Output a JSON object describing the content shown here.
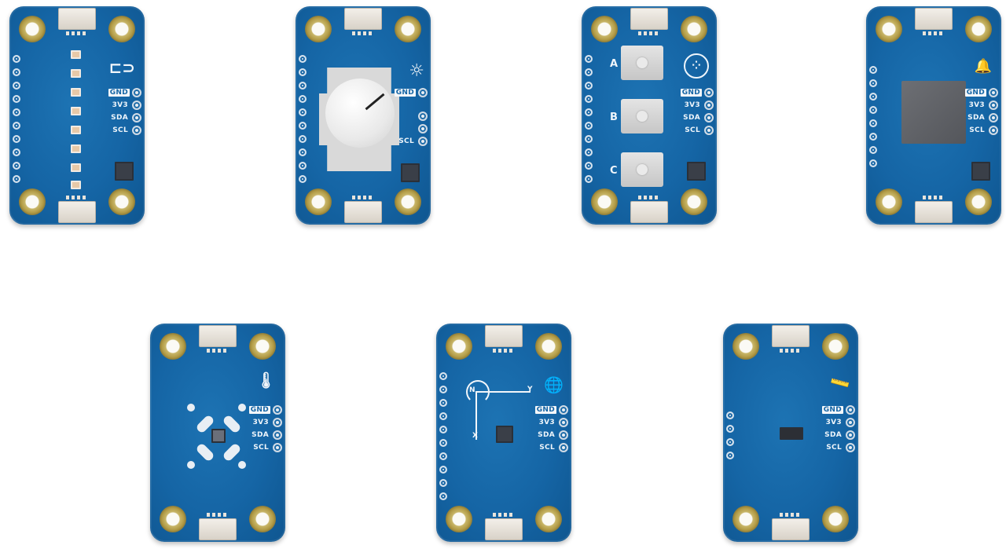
{
  "image": {
    "description": "Product photo of seven blue I2C breakout modules on white background",
    "background_color": "#ffffff",
    "board_color": "#1565a5",
    "pad_color": "#b19a45"
  },
  "pin_labels": [
    "GND",
    "3V3",
    "SDA",
    "SCL"
  ],
  "boards": [
    {
      "name": "pixels-led-module",
      "icon": "⊏⊃",
      "icon_label": "plug-icon",
      "labels": [
        "GND",
        "3V3",
        "SDA",
        "SCL"
      ],
      "component": "8 RGB LEDs"
    },
    {
      "name": "knob-encoder-module",
      "icon": "☼",
      "icon_label": "knob-icon",
      "labels": [
        "GND",
        "SCL"
      ],
      "component": "rotary encoder knob"
    },
    {
      "name": "buttons-module",
      "icon": "⁘",
      "icon_label": "buttons-icon",
      "labels": [
        "GND",
        "3V3",
        "SDA",
        "SCL"
      ],
      "component": "3 push buttons",
      "button_labels": [
        "A",
        "B",
        "C"
      ]
    },
    {
      "name": "buzzer-module",
      "icon": "🔔",
      "icon_label": "buzzer-icon",
      "labels": [
        "GND",
        "3V3",
        "SDA",
        "SCL"
      ],
      "component": "buzzer"
    },
    {
      "name": "thermo-humidity-module",
      "icon": "🌡",
      "icon_label": "thermometer-drop-icon",
      "labels": [
        "GND",
        "3V3",
        "SDA",
        "SCL"
      ],
      "component": "temperature/humidity sensor"
    },
    {
      "name": "movement-imu-module",
      "icon": "🌐",
      "icon_label": "globe-icon",
      "labels": [
        "GND",
        "3V3",
        "SDA",
        "SCL"
      ],
      "component": "IMU chip",
      "axis_labels": [
        "N",
        "Y",
        "X"
      ]
    },
    {
      "name": "distance-module",
      "icon": "📏",
      "icon_label": "ruler-icon",
      "labels": [
        "GND",
        "3V3",
        "SDA",
        "SCL"
      ],
      "component": "distance sensor"
    }
  ]
}
